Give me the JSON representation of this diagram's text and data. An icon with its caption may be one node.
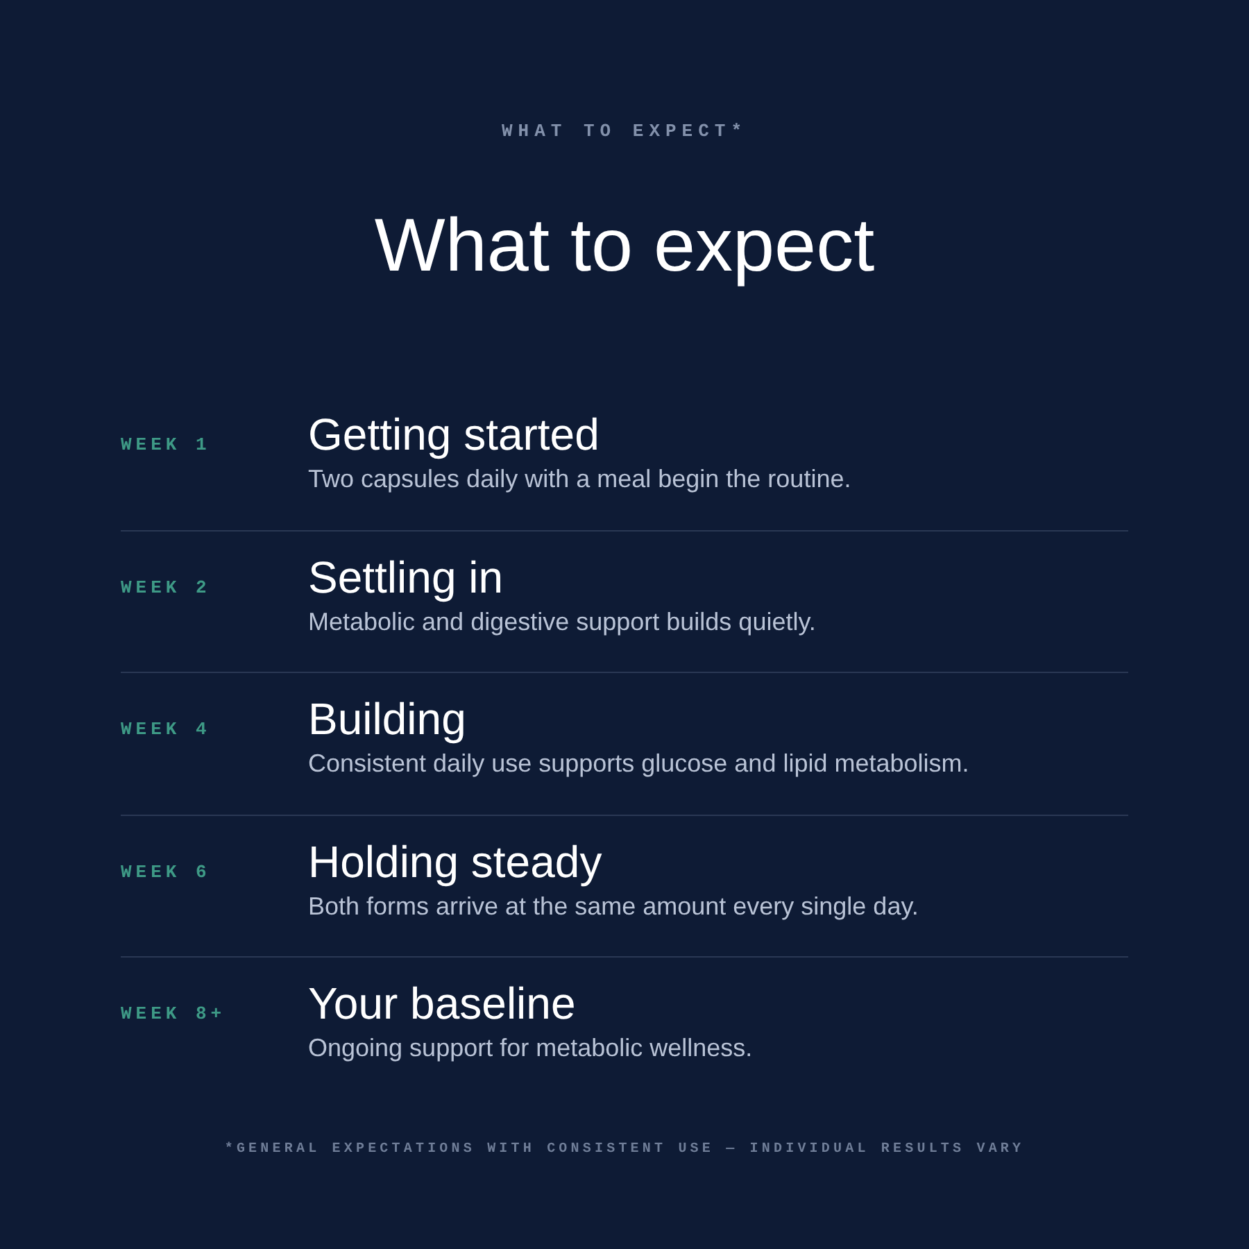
{
  "diagram": {
    "title": "What to expect",
    "labels": [
      "WHAT TO EXPECT*",
      "WEEK 1",
      "Getting started",
      "Two capsules daily with a meal begin the routine.",
      "WEEK 2",
      "Settling in",
      "Metabolic and digestive support builds quietly.",
      "WEEK 4",
      "Building",
      "Consistent daily use supports glucose and lipid metabolism.",
      "WEEK 6",
      "Holding steady",
      "Both forms arrive at the same amount every single day.",
      "WEEK 8+",
      "Your baseline",
      "Ongoing support for metabolic wellness."
    ],
    "caption": "*GENERAL EXPECTATIONS WITH CONSISTENT USE — INDIVIDUAL RESULTS VARY"
  }
}
